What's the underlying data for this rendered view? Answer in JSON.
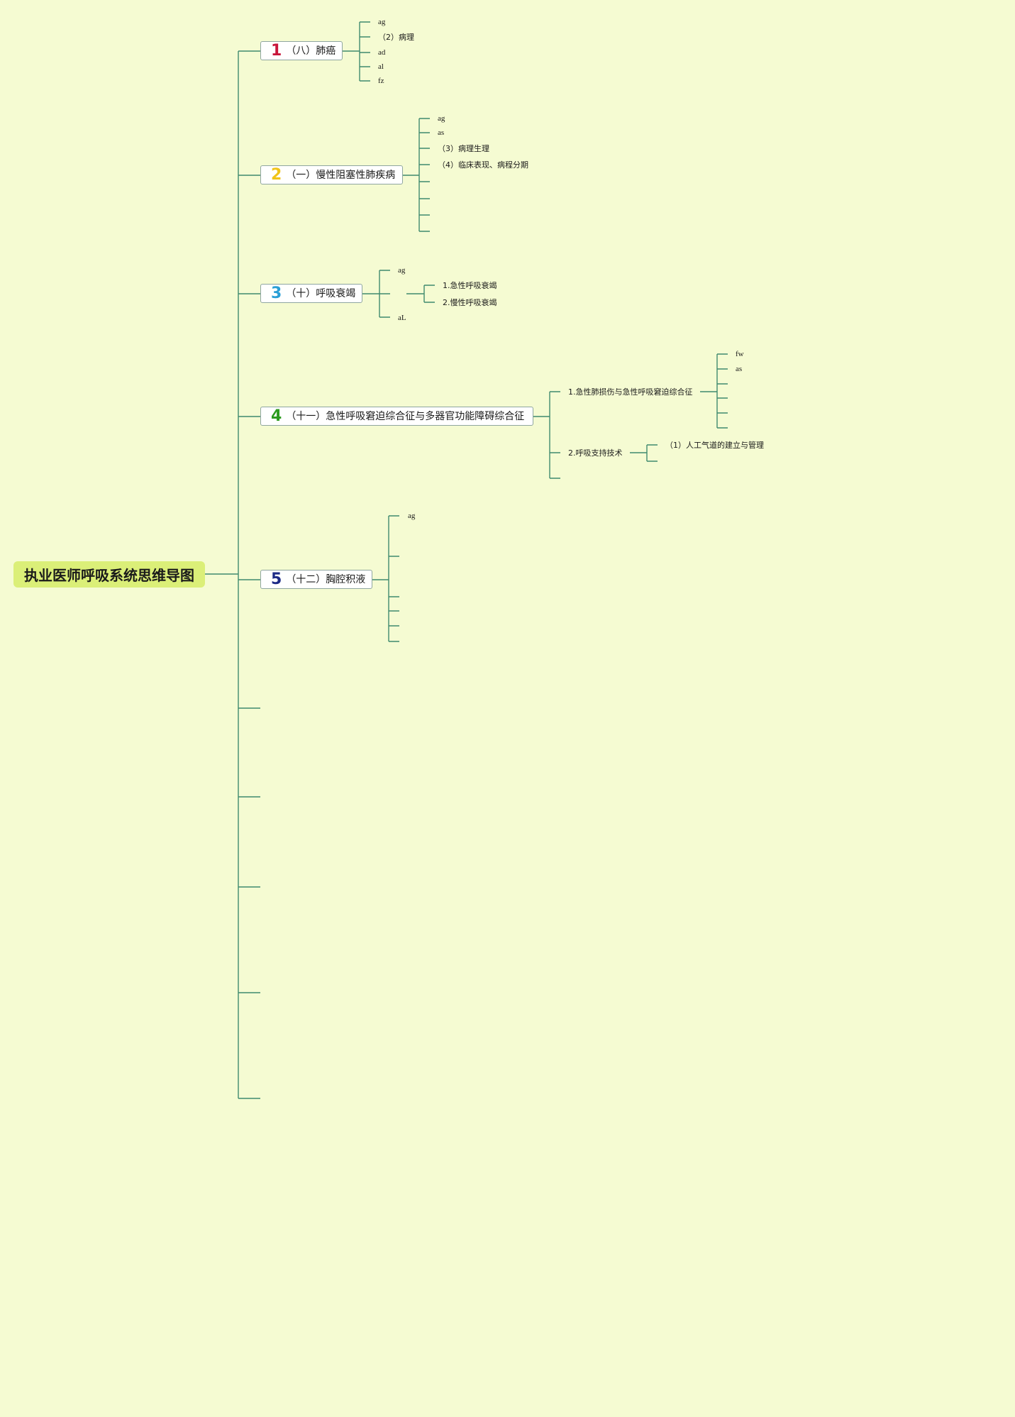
{
  "root": {
    "title": "执业医师呼吸系统思维导图"
  },
  "colors": {
    "background": "#f5fbd2",
    "root_fill": "#dbef78",
    "line": "#3f8a6e",
    "num1": "#c8163a",
    "num2": "#f0c419",
    "num3": "#2a9fd6",
    "num4": "#2c9b1f",
    "num5": "#1c2a86"
  },
  "topics": [
    {
      "num": "1",
      "label": "（八）肺癌",
      "children": [
        "ag",
        "（2）病理",
        "ad",
        "al",
        "fz"
      ]
    },
    {
      "num": "2",
      "label": "（一）慢性阻塞性肺疾病",
      "children": [
        "ag",
        "as",
        "（3）病理生理",
        "（4）临床表现、病程分期",
        "",
        "",
        "",
        ""
      ]
    },
    {
      "num": "3",
      "label": "（十）呼吸衰竭",
      "children": [
        "ag",
        "",
        "aL"
      ],
      "sub": [
        "1.急性呼吸衰竭",
        "2.慢性呼吸衰竭"
      ]
    },
    {
      "num": "4",
      "label": "（十一）急性呼吸窘迫综合征与多器官功能障碍综合征",
      "children": [
        "1.急性肺损伤与急性呼吸窘迫综合征",
        "2.呼吸支持技术",
        ""
      ],
      "sub_a": [
        "fw",
        "as",
        "",
        "",
        "",
        ""
      ],
      "sub_b": [
        "（1）人工气道的建立与管理",
        ""
      ]
    },
    {
      "num": "5",
      "label": "（十二）胸腔积液",
      "children": [
        "ag",
        "",
        "",
        "",
        "",
        ""
      ]
    }
  ]
}
